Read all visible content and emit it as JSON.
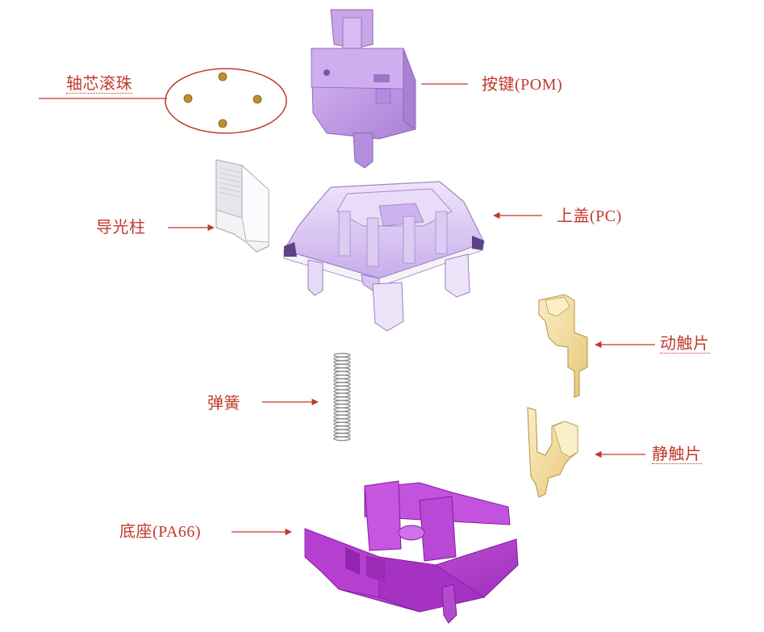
{
  "labels": {
    "balls": "轴芯滚珠",
    "stem": "按键(POM)",
    "light_pipe": "导光柱",
    "top_housing": "上盖(PC)",
    "moving_contact": "动触片",
    "spring": "弹簧",
    "static_contact": "静触片",
    "bottom_housing": "底座(PA66)"
  },
  "colors": {
    "annotation": "#c0392b",
    "stem": "#c9a6e8",
    "top_housing": "#d9c3f0",
    "bottom_housing": "#b43fd0",
    "contact": "#f3dfa6",
    "ball": "#b8922a",
    "spring": "#9a9a9a"
  }
}
